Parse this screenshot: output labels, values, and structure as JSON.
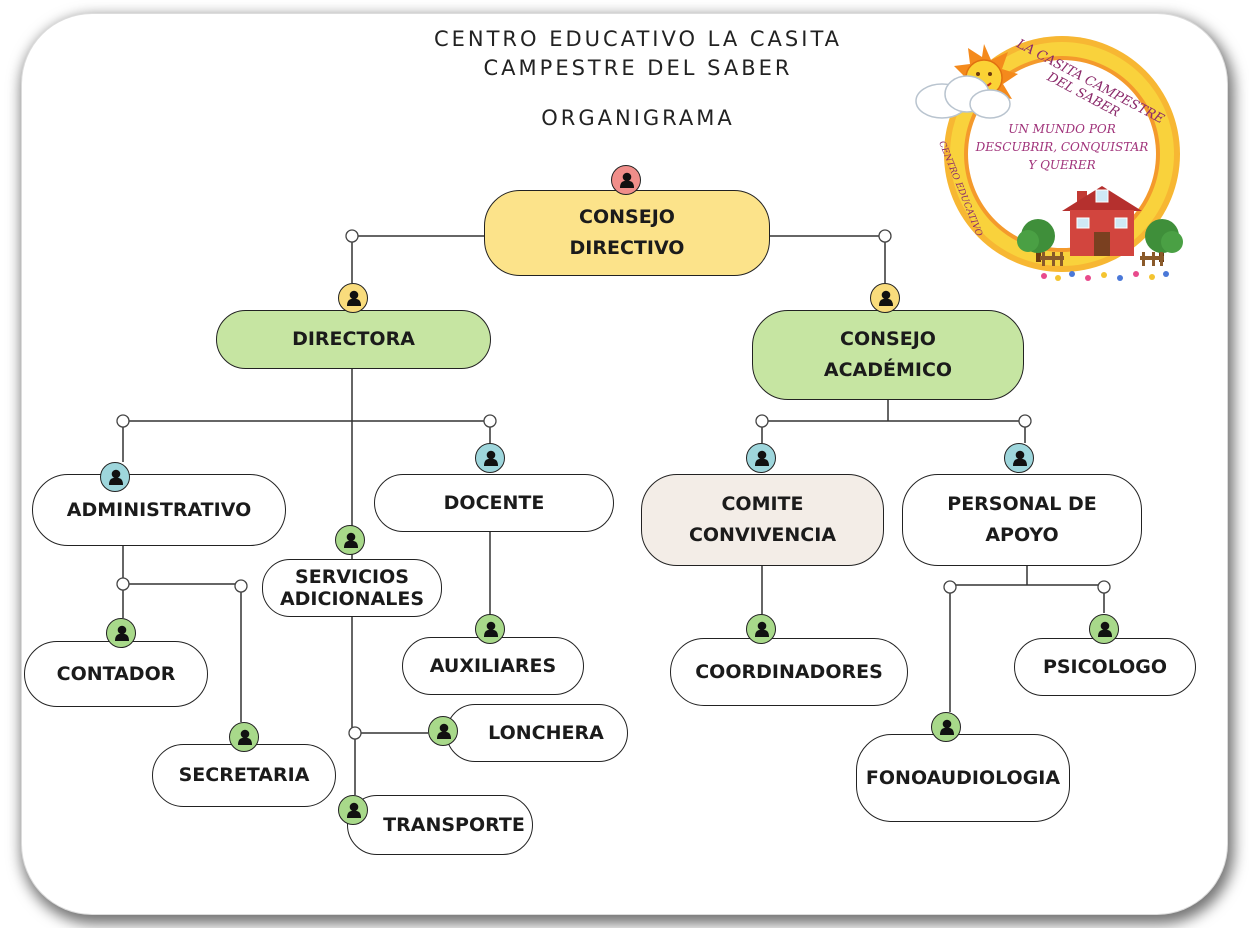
{
  "header": {
    "title_line1": "CENTRO EDUCATIVO LA CASITA",
    "title_line2": "CAMPESTRE DEL SABER",
    "subtitle": "ORGANIGRAMA"
  },
  "logo": {
    "ring_text_top": "LA CASITA CAMPESTRE DEL SABER",
    "ring_text_left": "CENTRO EDUCATIVO",
    "slogan_line1": "UN MUNDO POR",
    "slogan_line2": "DESCUBRIR, CONQUISTAR",
    "slogan_line3": "Y QUERER"
  },
  "colors": {
    "yellow": "#fce38a",
    "green": "#c6e5a2",
    "beige": "#f3ede7",
    "white": "#ffffff",
    "avatar_red": "#f08e8a",
    "avatar_yellow": "#f9dc7c",
    "avatar_blue": "#9ed6dc",
    "avatar_green": "#a8d98a"
  },
  "nodes": {
    "consejo_directivo": "CONSEJO\nDIRECTIVO",
    "directora": "DIRECTORA",
    "consejo_academico": "CONSEJO\nACADÉMICO",
    "administrativo": "ADMINISTRATIVO",
    "docente": "DOCENTE",
    "servicios_adicionales": "SERVICIOS\nADICIONALES",
    "comite_convivencia": "COMITE\nCONVIVENCIA",
    "personal_apoyo": "PERSONAL DE\nAPOYO",
    "contador": "CONTADOR",
    "secretaria": "SECRETARIA",
    "auxiliares": "AUXILIARES",
    "lonchera": "LONCHERA",
    "transporte": "TRANSPORTE",
    "coordinadores": "COORDINADORES",
    "psicologo": "PSICOLOGO",
    "fonoaudiologia": "FONOAUDIOLOGIA"
  }
}
